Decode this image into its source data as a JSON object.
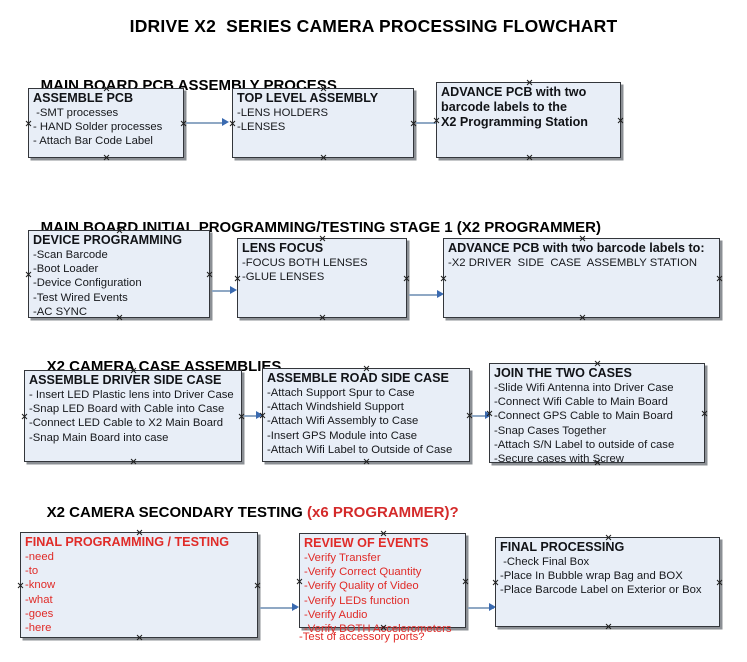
{
  "document": {
    "title": "IDRIVE X2  SERIES CAMERA PROCESSING FLOWCHART"
  },
  "colors": {
    "box_fill": "#e8eef7",
    "box_border": "#33363b",
    "text": "#111317",
    "accent_red": "#e02b28",
    "arrow_line": "#8fa8c4",
    "arrow_head": "#3a6ab0"
  },
  "sections": [
    {
      "heading": "MAIN BOARD PCB ASSEMBLY PROCESS",
      "heading_accent": "",
      "nodes": [
        {
          "title": "ASSEMBLE PCB",
          "lines": [
            " -SMT processes",
            "- HAND Solder processes",
            "- Attach Bar Code Label"
          ]
        },
        {
          "title": "TOP LEVEL ASSEMBLY",
          "lines": [
            "-LENS HOLDERS",
            "-LENSES"
          ]
        },
        {
          "title": "ADVANCE PCB with two\nbarcode labels to the\n X2 Programming Station",
          "lines": []
        }
      ]
    },
    {
      "heading": "MAIN BOARD INITIAL PROGRAMMING/TESTING STAGE 1 (X2 PROGRAMMER)",
      "heading_accent": "",
      "nodes": [
        {
          "title": "DEVICE PROGRAMMING",
          "lines": [
            "-Scan Barcode",
            "-Boot Loader",
            "-Device Configuration",
            "-Test Wired Events",
            "-AC SYNC"
          ]
        },
        {
          "title": "LENS FOCUS",
          "lines": [
            "-FOCUS BOTH LENSES",
            "-GLUE LENSES"
          ]
        },
        {
          "title": "ADVANCE PCB with two barcode labels to:",
          "lines": [
            "-X2 DRIVER  SIDE  CASE  ASSEMBLY STATION"
          ]
        }
      ]
    },
    {
      "heading": "X2 CAMERA CASE ASSEMBLIES",
      "heading_accent": "",
      "nodes": [
        {
          "title": "ASSEMBLE DRIVER SIDE CASE",
          "lines": [
            "- Insert LED Plastic lens into Driver Case",
            "-Snap LED Board with Cable into Case",
            "-Connect LED Cable to X2 Main Board",
            "-Snap Main Board into case"
          ]
        },
        {
          "title": "ASSEMBLE ROAD SIDE CASE",
          "lines": [
            "-Attach Support Spur to Case",
            "-Attach Windshield Support",
            "-Attach Wifi Assembly to Case",
            "-Insert GPS Module into Case",
            "-Attach Wifi Label to Outside of Case"
          ]
        },
        {
          "title": "JOIN THE TWO CASES",
          "lines": [
            "-Slide Wifi Antenna into Driver Case",
            "-Connect Wifi Cable to Main Board",
            "-Connect GPS Cable to Main Board",
            "-Snap Cases Together",
            "-Attach S/N Label to outside of case",
            "-Secure cases with Screw"
          ]
        }
      ]
    },
    {
      "heading": "X2 CAMERA SECONDARY TESTING ",
      "heading_accent": "(x6 PROGRAMMER)?",
      "nodes": [
        {
          "title": "FINAL PROGRAMMING / TESTING",
          "lines": [
            "-need",
            "-to",
            "-know",
            "-what",
            "-goes",
            "-here"
          ]
        },
        {
          "title": "REVIEW OF EVENTS",
          "lines": [
            "-Verify Transfer",
            "-Verify Correct Quantity",
            "-Verify Quality of Video",
            "-Verify LEDs function",
            "-Verify Audio",
            "-Verify BOTH Accelerometers"
          ],
          "overflow_line": "-Test of accessory ports?"
        },
        {
          "title": "FINAL PROCESSING",
          "lines": [
            " -Check Final Box",
            "-Place In Bubble wrap Bag and BOX",
            "-Place Barcode Label on Exterior or Box"
          ]
        }
      ]
    }
  ]
}
